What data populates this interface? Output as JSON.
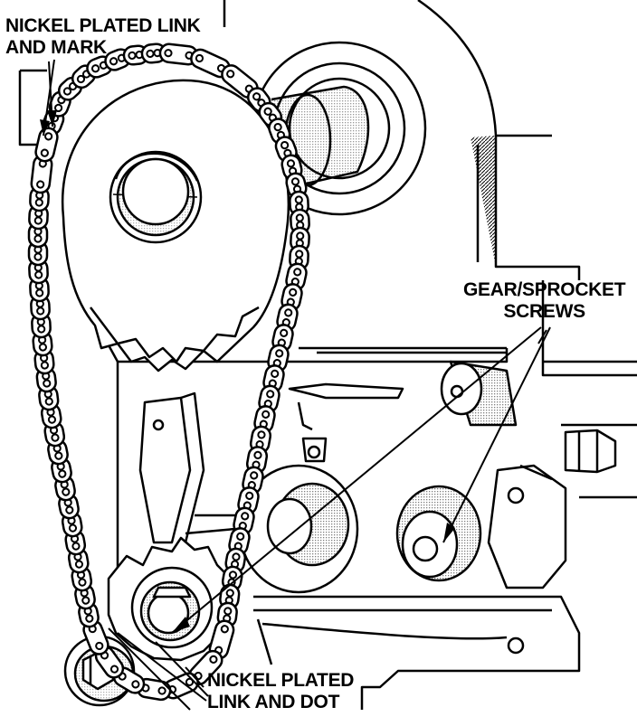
{
  "labels": {
    "top": [
      "NICKEL PLATED LINK",
      "AND MARK"
    ],
    "right": [
      "GEAR/SPROCKET",
      "SCREWS"
    ],
    "bottom": [
      "NICKEL PLATED",
      "LINK AND DOT"
    ]
  },
  "colors": {
    "ink": "#000000",
    "paper": "#ffffff"
  }
}
